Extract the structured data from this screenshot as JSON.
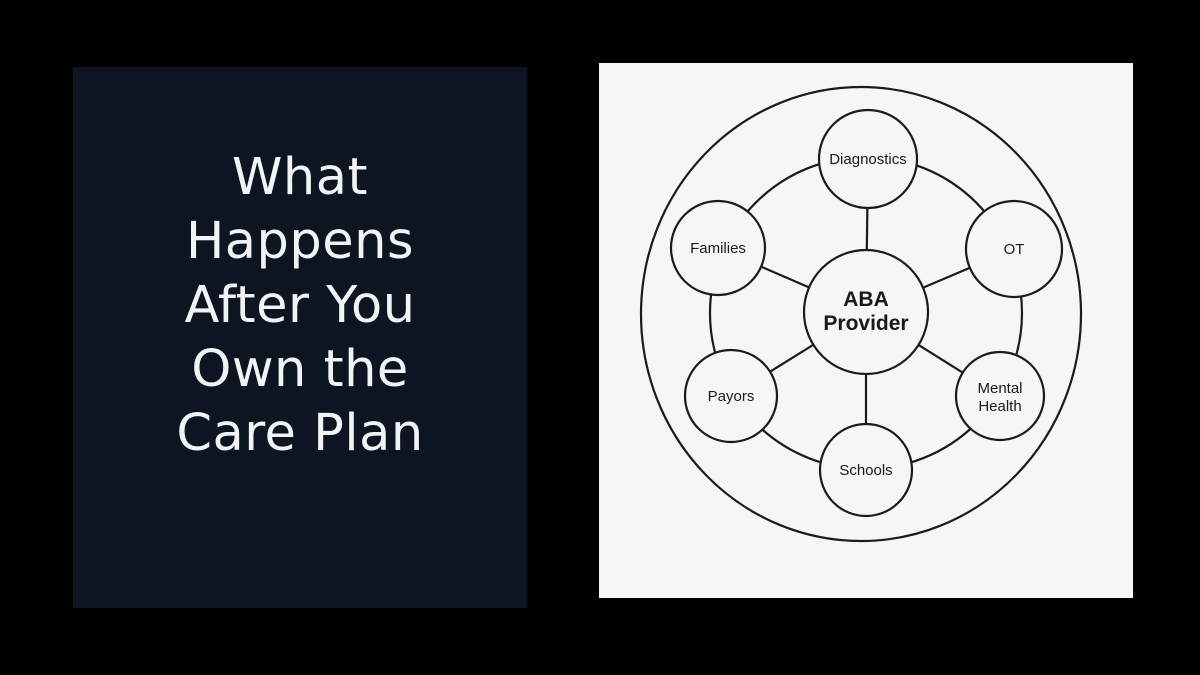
{
  "slide": {
    "page_background": "#000000",
    "left_panel": {
      "background": "#0c1521",
      "text_color": "#f1f3f5",
      "title_lines": [
        "What",
        "Happens",
        "After You",
        "Own the",
        "Care Plan"
      ]
    },
    "diagram": {
      "background": "#f8f6f2",
      "stroke_color": "#1b1b1b",
      "text_color": "#191919",
      "center_node": {
        "label": "ABA Provider",
        "lines": [
          "ABA",
          "Provider"
        ]
      },
      "nodes": [
        {
          "id": "diagnostics",
          "label": "Diagnostics"
        },
        {
          "id": "families",
          "label": "Families"
        },
        {
          "id": "ot",
          "label": "OT"
        },
        {
          "id": "payors",
          "label": "Payors"
        },
        {
          "id": "mental-health",
          "label": "Mental Health",
          "lines": [
            "Mental",
            "Health"
          ]
        },
        {
          "id": "schools",
          "label": "Schools"
        }
      ]
    }
  }
}
